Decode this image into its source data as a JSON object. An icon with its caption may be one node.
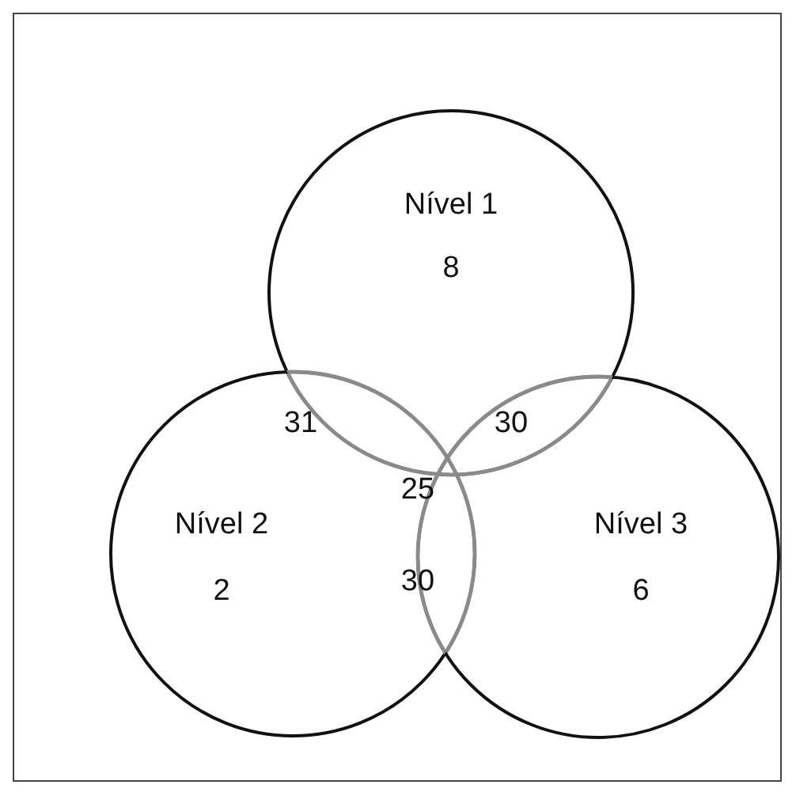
{
  "diagram": {
    "nodes": [
      {
        "text": [
          "Nível 1",
          "8"
        ]
      },
      {
        "text": [
          "Nível 2",
          "2"
        ]
      },
      {
        "text": [
          "Nível 3",
          "6"
        ]
      }
    ],
    "edges": [],
    "labels": [
      "31",
      "30",
      "25",
      "30"
    ]
  }
}
